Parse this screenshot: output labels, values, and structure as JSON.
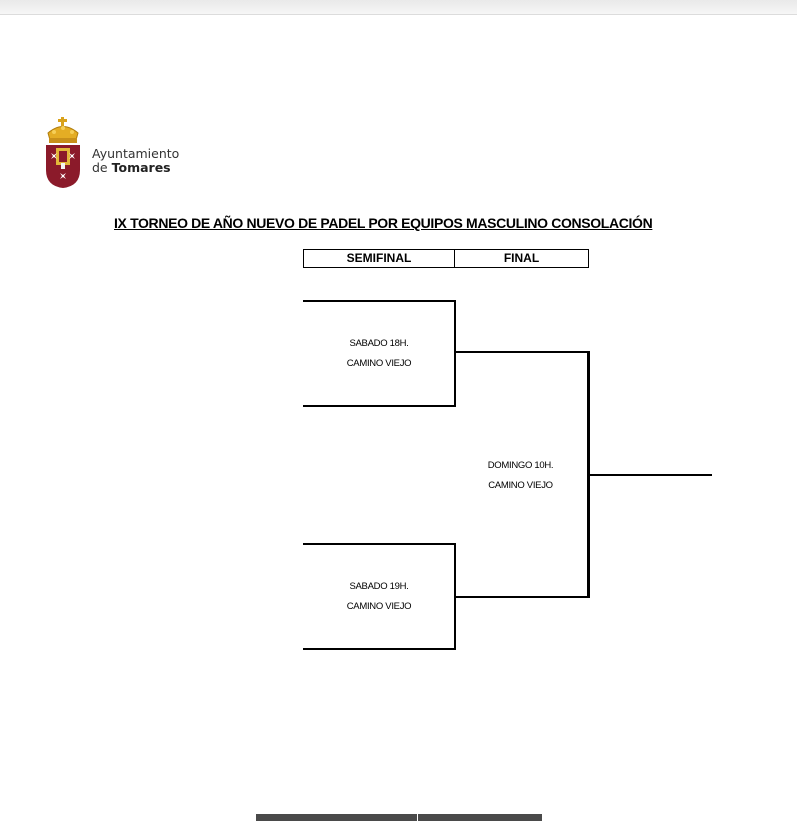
{
  "logo": {
    "line1": "Ayuntamiento",
    "line2_prefix": "de ",
    "line2_bold": "Tomares",
    "emblem_icon": "coat-of-arms"
  },
  "title": "IX TORNEO DE AÑO NUEVO DE PADEL POR EQUIPOS MASCULINO CONSOLACIÓN",
  "rounds": {
    "semifinal": "SEMIFINAL",
    "final": "FINAL"
  },
  "matches": {
    "semi1": {
      "time": "SABADO 18H.",
      "venue": "CAMINO VIEJO"
    },
    "semi2": {
      "time": "SABADO 19H.",
      "venue": "CAMINO VIEJO"
    },
    "final": {
      "time": "DOMINGO 10H.",
      "venue": "CAMINO VIEJO"
    }
  },
  "colors": {
    "crest_red": "#8b1a2a",
    "crown_gold": "#d9a21b"
  }
}
